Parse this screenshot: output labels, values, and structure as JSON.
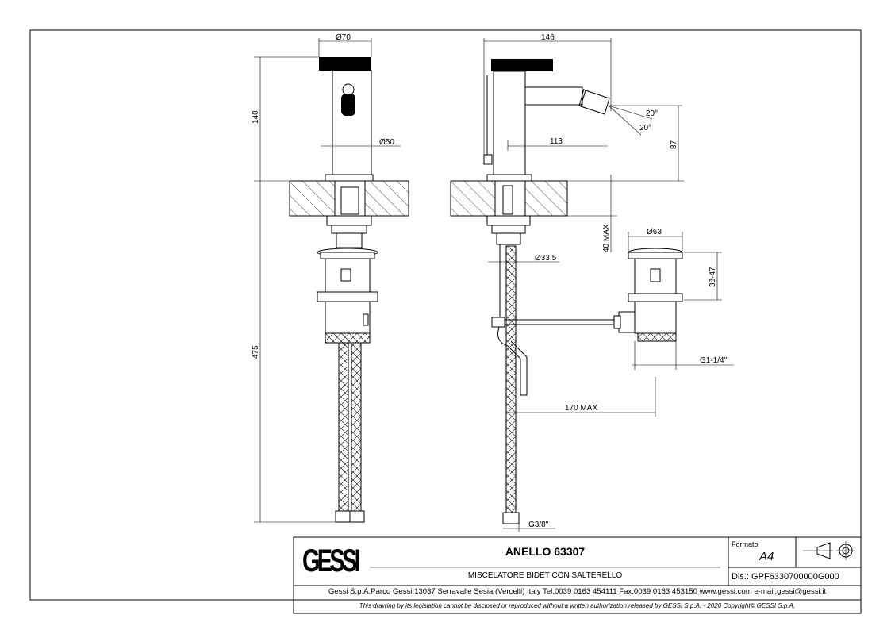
{
  "drawing": {
    "dimensions": {
      "handle_diameter": "Ø70",
      "body_diameter": "Ø50",
      "height_top": "140",
      "height_total": "475",
      "width_total": "146",
      "spout_reach": "113",
      "spout_height": "87",
      "angle_up": "20°",
      "angle_down": "20°",
      "counter_max": "40 MAX",
      "rod_diameter": "Ø33.5",
      "drain_diameter": "Ø63",
      "drain_height": "38-47",
      "drain_thread": "G1-1/4\"",
      "rod_max": "170 MAX",
      "hose_thread": "G3/8\""
    }
  },
  "title_block": {
    "logo": "GESSI",
    "title": "ANELLO 63307",
    "subtitle": "MISCELATORE BIDET CON SALTERELLO",
    "format_label": "Formato",
    "format_value": "A4",
    "drawing_number": "Dis.: GPF6330700000G000",
    "company": "Gessi S.p.A.Parco Gessi,13037 Serravalle Sesia (Vercelli) Italy Tel.0039 0163 454111 Fax.0039 0163 453150 www.gessi.com e-mail:gessi@gessi.it",
    "disclaimer": "This drawing by its legislation cannot be disclosed or reproduced without a written authorization released by GESSI S.p.A. - 2020 Copyright© GESSI S.p.A."
  }
}
